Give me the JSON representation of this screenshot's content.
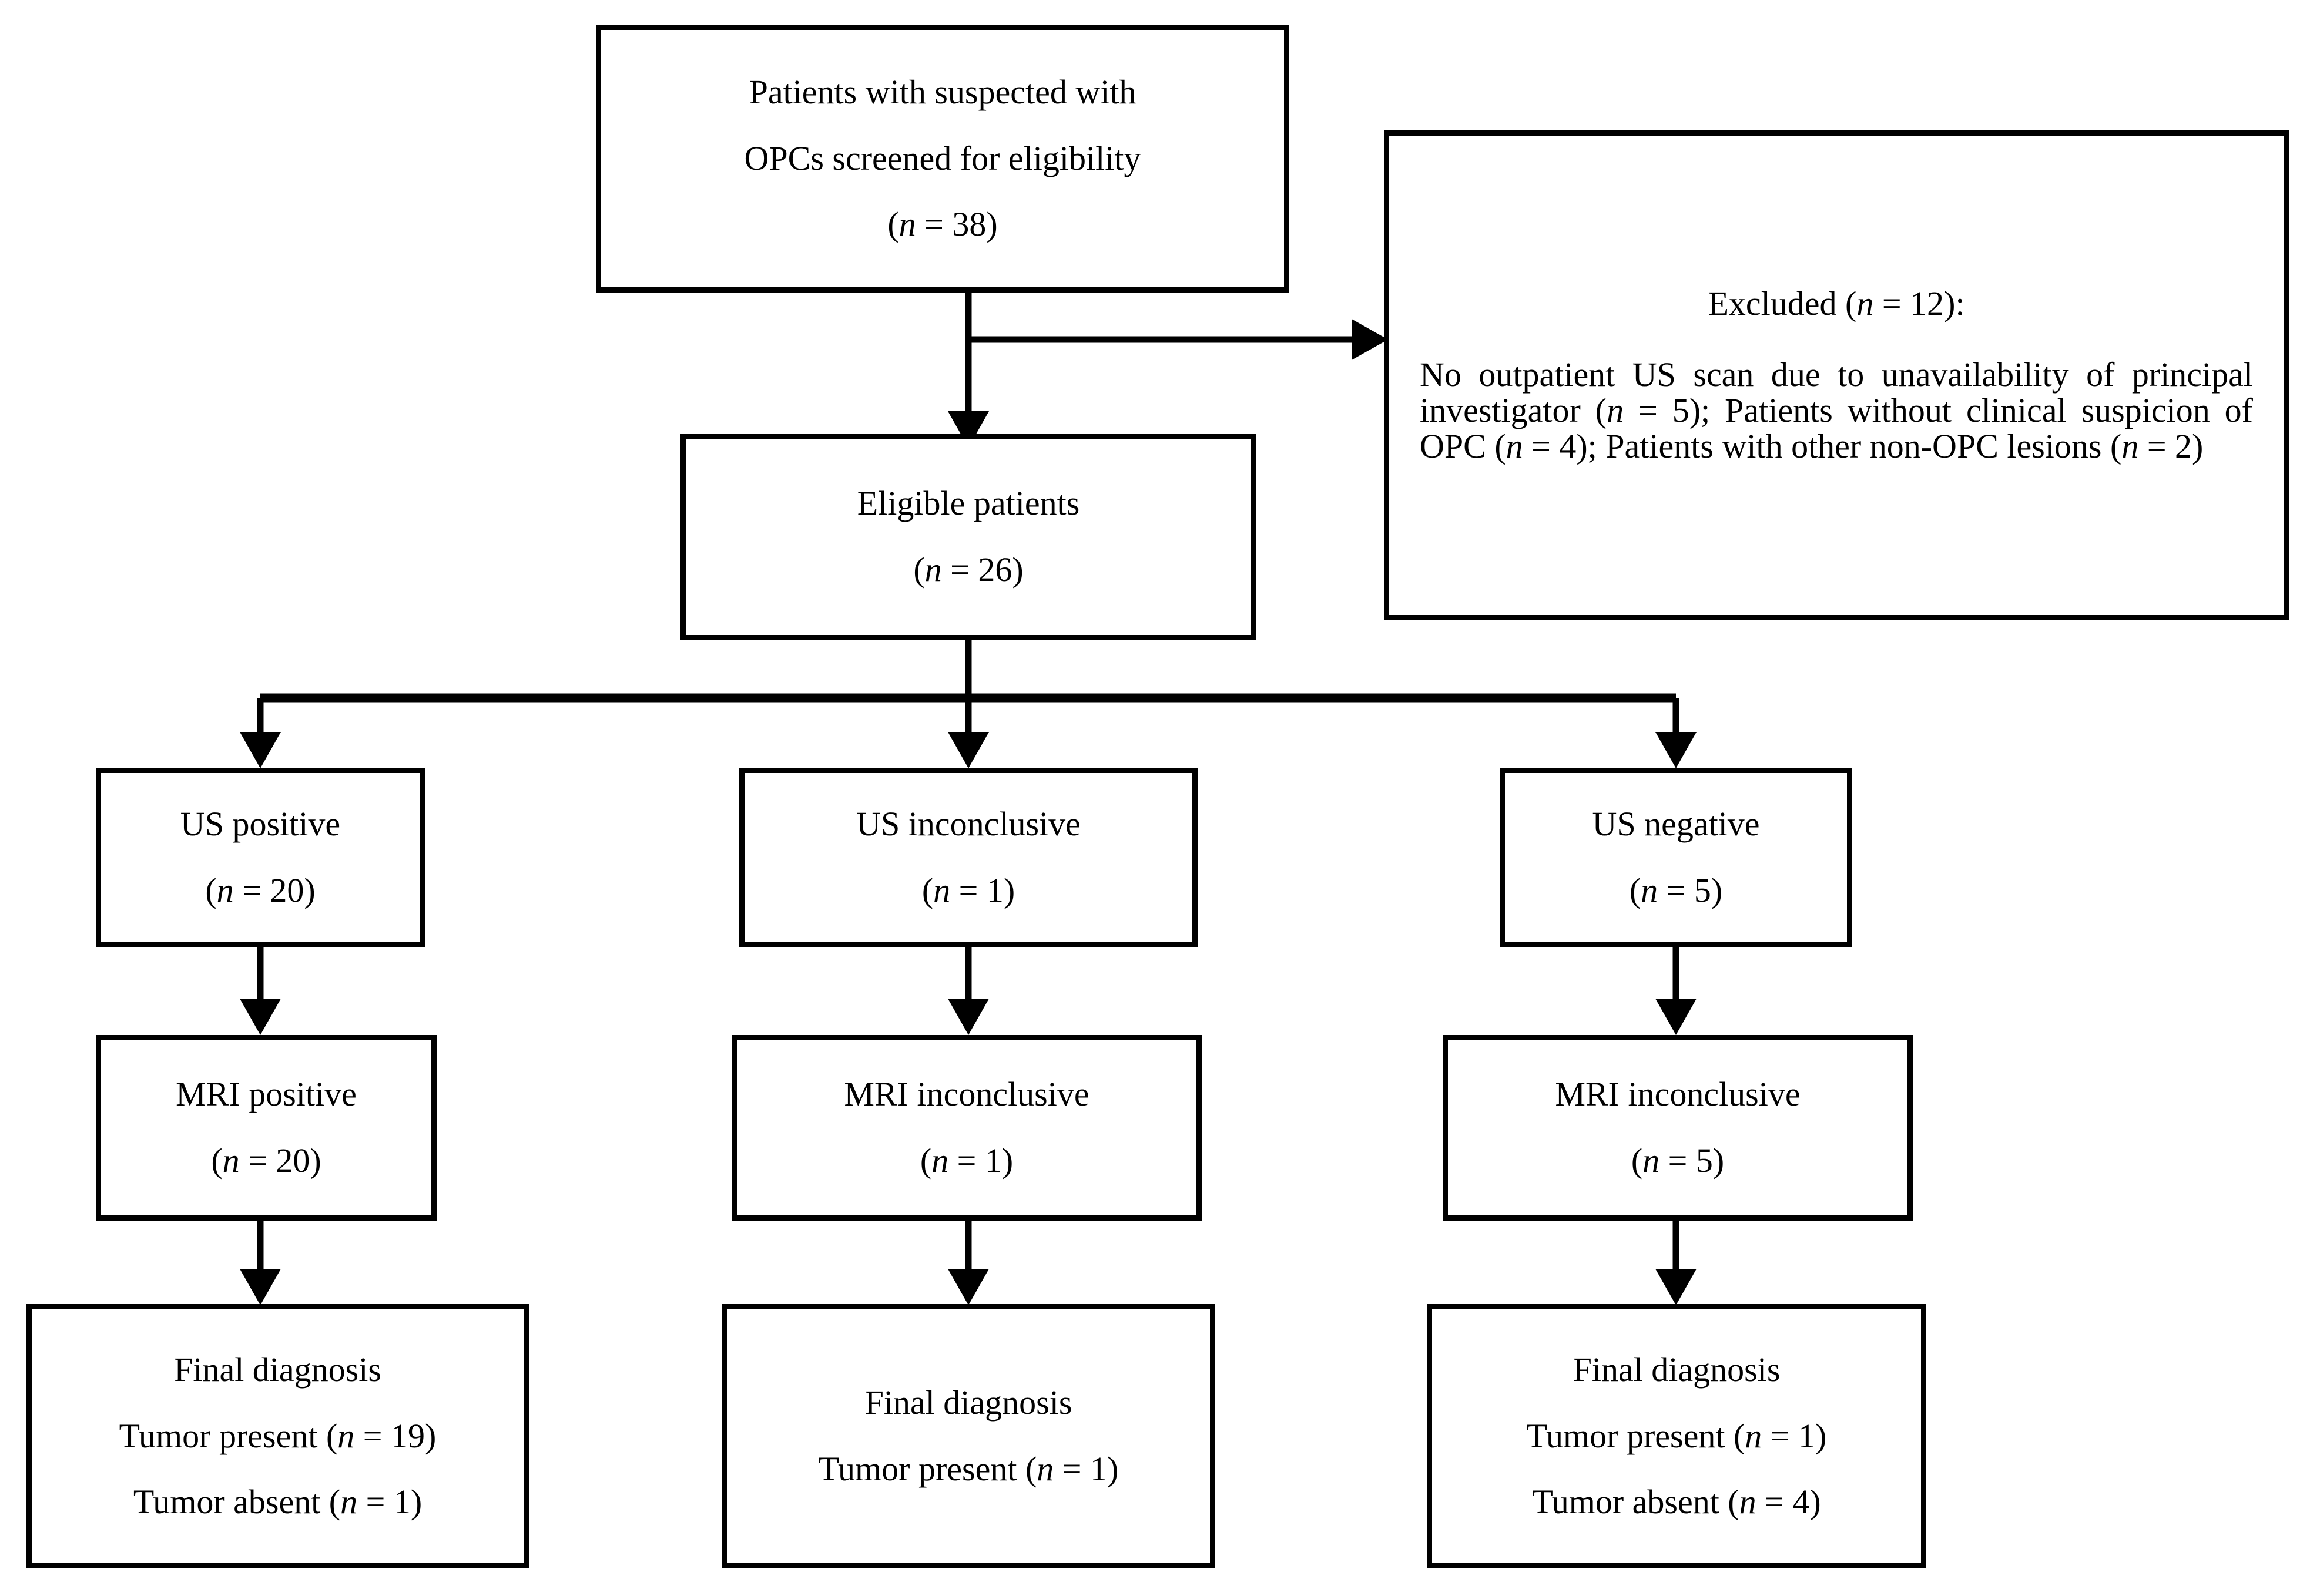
{
  "diagram": {
    "title": "Patient selection flowchart for suspected OPCs",
    "type": "flowchart",
    "stroke_color": "#000000",
    "background_color": "#ffffff"
  },
  "nodes": {
    "screened": {
      "line1": "Patients with suspected with",
      "line2": "OPCs screened for eligibility",
      "count_open": "(",
      "count_n": "n",
      "count_eq": " = 38",
      "count_close": ")"
    },
    "excluded": {
      "heading_text": "Excluded (",
      "heading_n": "n",
      "heading_eq": " = 12",
      "heading_close": "):",
      "body_a1": "No outpatient US scan due to unavailability of principal investigator (",
      "body_a_n": "n",
      "body_a2": " = 5); Patients without clinical suspicion of OPC (",
      "body_b_n": "n",
      "body_b2": " = 4); Patients with other non-OPC lesions (",
      "body_c_n": "n",
      "body_c2": " = 2)"
    },
    "eligible": {
      "label": "Eligible patients",
      "count_open": "(",
      "count_n": "n",
      "count_eq": " = 26",
      "count_close": ")"
    },
    "us_positive": {
      "label": "US positive",
      "count_open": "(",
      "count_n": "n",
      "count_eq": " = 20",
      "count_close": ")"
    },
    "us_inconclusive": {
      "label": "US inconclusive",
      "count_open": "(",
      "count_n": "n",
      "count_eq": " = 1",
      "count_close": ")"
    },
    "us_negative": {
      "label": "US negative",
      "count_open": "(",
      "count_n": "n",
      "count_eq": " = 5",
      "count_close": ")"
    },
    "mri_positive": {
      "label": "MRI positive",
      "count_open": "(",
      "count_n": "n",
      "count_eq": " = 20",
      "count_close": ")"
    },
    "mri_inconclusive_mid": {
      "label": "MRI inconclusive",
      "count_open": "(",
      "count_n": "n",
      "count_eq": " = 1",
      "count_close": ")"
    },
    "mri_inconclusive_right": {
      "label": "MRI inconclusive",
      "count_open": "(",
      "count_n": "n",
      "count_eq": " = 5",
      "count_close": ")"
    },
    "final_left": {
      "heading": "Final diagnosis",
      "present_label": "Tumor present (",
      "present_n": "n",
      "present_val": " = 19",
      "present_close": ")",
      "absent_label": "Tumor absent (",
      "absent_n": "n",
      "absent_val": " = 1",
      "absent_close": ")"
    },
    "final_mid": {
      "heading": "Final diagnosis",
      "present_label": "Tumor present (",
      "present_n": "n",
      "present_val": " = 1",
      "present_close": ")"
    },
    "final_right": {
      "heading": "Final diagnosis",
      "present_label": "Tumor present (",
      "present_n": "n",
      "present_val": " = 1",
      "present_close": ")",
      "absent_label": "Tumor absent (",
      "absent_n": "n",
      "absent_val": " = 4",
      "absent_close": ")"
    }
  },
  "edges": [
    {
      "name": "screened-to-eligible",
      "from": "screened",
      "to": "eligible"
    },
    {
      "name": "screened-to-excluded",
      "from": "screened",
      "to": "excluded"
    },
    {
      "name": "eligible-to-us-positive",
      "from": "eligible",
      "to": "us_positive"
    },
    {
      "name": "eligible-to-us-inconclusive",
      "from": "eligible",
      "to": "us_inconclusive"
    },
    {
      "name": "eligible-to-us-negative",
      "from": "eligible",
      "to": "us_negative"
    },
    {
      "name": "us-positive-to-mri-positive",
      "from": "us_positive",
      "to": "mri_positive"
    },
    {
      "name": "us-inconclusive-to-mri-inconclusive",
      "from": "us_inconclusive",
      "to": "mri_inconclusive_mid"
    },
    {
      "name": "us-negative-to-mri-inconclusive",
      "from": "us_negative",
      "to": "mri_inconclusive_right"
    },
    {
      "name": "mri-positive-to-final-left",
      "from": "mri_positive",
      "to": "final_left"
    },
    {
      "name": "mri-inconclusive-to-final-mid",
      "from": "mri_inconclusive_mid",
      "to": "final_mid"
    },
    {
      "name": "mri-inconclusive-to-final-right",
      "from": "mri_inconclusive_right",
      "to": "final_right"
    }
  ]
}
